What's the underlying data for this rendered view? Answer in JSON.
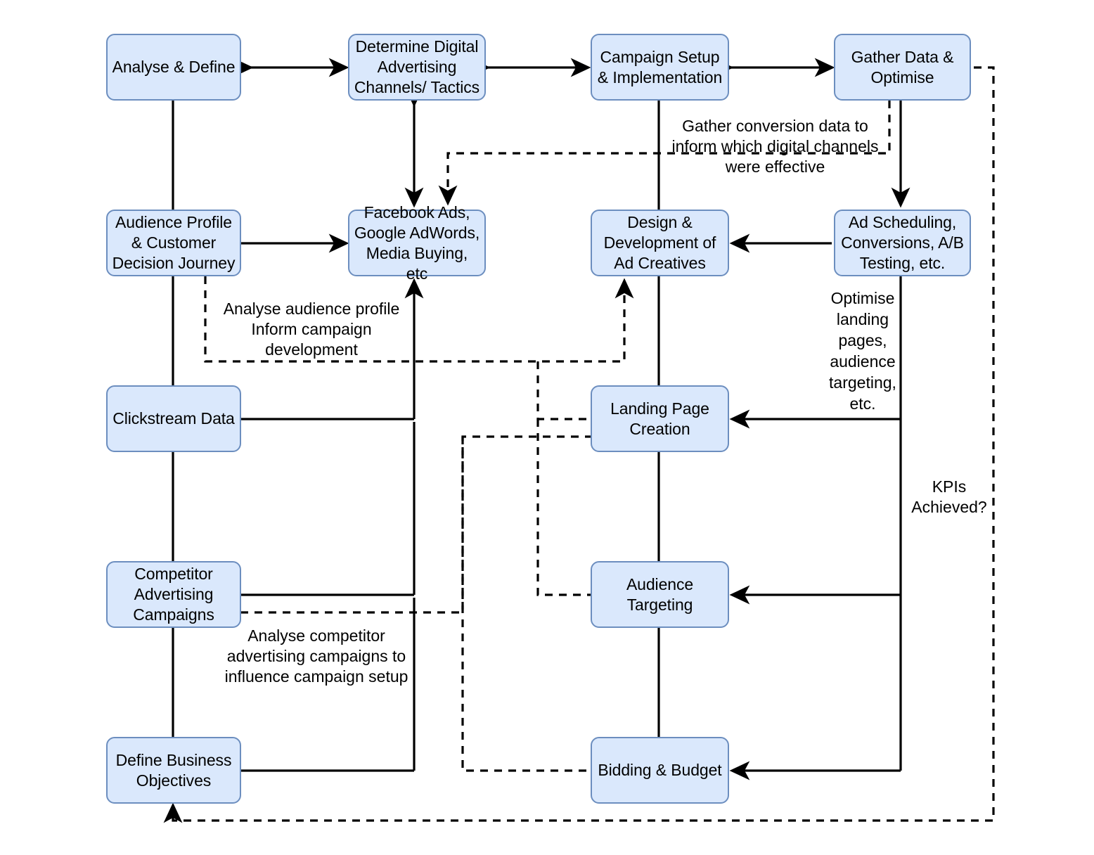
{
  "diagram": {
    "title": "Digital Advertising Campaign Process Flowchart",
    "node_fill": "#dae8fc",
    "node_stroke": "#6c8ebf",
    "line_color": "#000000",
    "background": "#ffffff",
    "nodes": [
      {
        "id": "analyse-define",
        "label": "Analyse & Define"
      },
      {
        "id": "determine-channels",
        "label": "Determine Digital\nAdvertising\nChannels/ Tactics"
      },
      {
        "id": "campaign-setup",
        "label": "Campaign Setup\n& Implementation"
      },
      {
        "id": "gather-data",
        "label": "Gather Data &\nOptimise"
      },
      {
        "id": "audience-profile",
        "label": "Audience Profile\n& Customer\nDecision Journey"
      },
      {
        "id": "ad-platforms",
        "label": "Facebook Ads,\nGoogle AdWords,\nMedia Buying, etc"
      },
      {
        "id": "ad-creatives",
        "label": "Design &\nDevelopment of\nAd Creatives"
      },
      {
        "id": "ad-scheduling",
        "label": "Ad Scheduling,\nConversions, A/B\nTesting, etc."
      },
      {
        "id": "clickstream-data",
        "label": "Clickstream Data"
      },
      {
        "id": "landing-page",
        "label": "Landing Page\nCreation"
      },
      {
        "id": "competitor-campaigns",
        "label": "Competitor\nAdvertising\nCampaigns"
      },
      {
        "id": "audience-targeting",
        "label": "Audience\nTargeting"
      },
      {
        "id": "define-objectives",
        "label": "Define Business\nObjectives"
      },
      {
        "id": "bidding-budget",
        "label": "Bidding & Budget"
      }
    ],
    "annotations": [
      {
        "id": "conversion-data-note",
        "text": "Gather conversion data to\ninform which digital channels\nwere effective"
      },
      {
        "id": "audience-profile-note",
        "text": "Analyse audience profile\nInform campaign\ndevelopment"
      },
      {
        "id": "optimise-note",
        "text": "Optimise\nlanding\npages,\naudience\ntargeting,\netc."
      },
      {
        "id": "competitor-note",
        "text": "Analyse competitor\nadvertising campaigns to\ninfluence campaign setup"
      },
      {
        "id": "kpi-note",
        "text": "KPIs\nAchieved?"
      }
    ]
  }
}
